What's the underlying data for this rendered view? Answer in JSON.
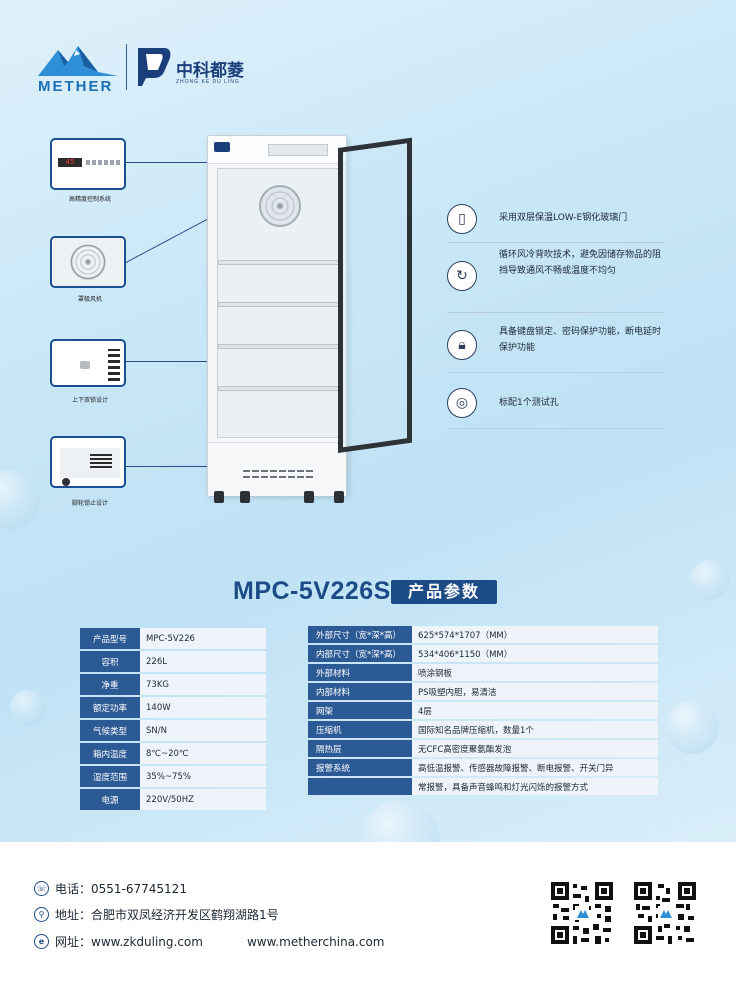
{
  "brand": {
    "mether": "METHER",
    "zkdl_cn": "中科都菱",
    "zkdl_en": "ZHONG KE DU LING"
  },
  "callouts": [
    {
      "label": "高精度控制系统"
    },
    {
      "label": "罩极风机"
    },
    {
      "label": "上下双锁设计"
    },
    {
      "label": "脚轮锁止设计"
    }
  ],
  "features": [
    {
      "icon": "door-icon",
      "glyph": "▯",
      "text": "采用双层保温LOW-E钢化玻璃门"
    },
    {
      "icon": "cycle-icon",
      "glyph": "↻",
      "text": "循环风冷背吹技术，避免因储存物品的阻挡导致通风不畅或温度不均匀"
    },
    {
      "icon": "lock-icon",
      "glyph": "🔒︎",
      "text": "具备键盘锁定、密码保护功能，断电延时保护功能"
    },
    {
      "icon": "test-hole-icon",
      "glyph": "◎",
      "text": "标配1个测试孔"
    }
  ],
  "title": {
    "model": "MPC-5V226S",
    "params": "产品参数"
  },
  "table_left": [
    {
      "key": "产品型号",
      "value": "MPC-5V226"
    },
    {
      "key": "容积",
      "value": "226L"
    },
    {
      "key": "净重",
      "value": "73KG"
    },
    {
      "key": "额定功率",
      "value": "140W"
    },
    {
      "key": "气候类型",
      "value": "SN/N"
    },
    {
      "key": "箱内温度",
      "value": "8℃~20℃"
    },
    {
      "key": "湿度范围",
      "value": "35%~75%"
    },
    {
      "key": "电源",
      "value": "220V/50HZ"
    }
  ],
  "table_right": [
    {
      "key": "外部尺寸（宽*深*高）",
      "value": "625*574*1707（MM）"
    },
    {
      "key": "内部尺寸（宽*深*高）",
      "value": "534*406*1150（MM）"
    },
    {
      "key": "外部材料",
      "value": "喷涂钢板"
    },
    {
      "key": "内部材料",
      "value": "PS吸塑内胆，易清洁"
    },
    {
      "key": "网架",
      "value": "4层"
    },
    {
      "key": "压缩机",
      "value": "国际知名品牌压缩机，数量1个"
    },
    {
      "key": "隔热层",
      "value": "无CFC高密度聚氨酯发泡"
    },
    {
      "key": "报警系统",
      "value": "高低温报警、传感器故障报警、断电报警、开关门异"
    },
    {
      "key": "",
      "value": "常报警，具备声音蜂鸣和灯光闪烁的报警方式"
    }
  ],
  "footer": {
    "phone": "电话：0551-67745121",
    "address": "地址：合肥市双凤经济开发区鹤翔湖路1号",
    "web_label": "网址：www.zkduling.com",
    "web2": "www.metherchina.com"
  },
  "fridge": {
    "display": "45"
  }
}
